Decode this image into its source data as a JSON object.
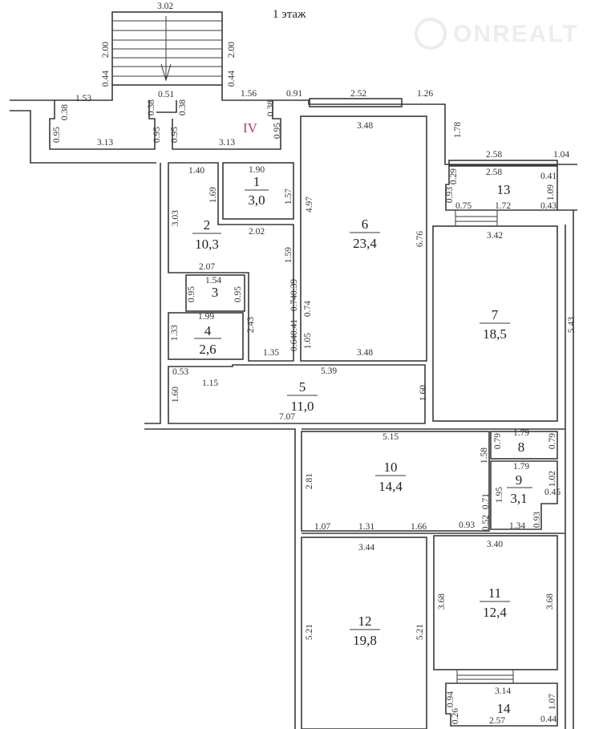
{
  "title": "1 этаж",
  "watermark": "ONREALT",
  "section_label": "IV",
  "rooms": [
    {
      "number": "1",
      "area": "3,0"
    },
    {
      "number": "2",
      "area": "10,3"
    },
    {
      "number": "3",
      "area": ""
    },
    {
      "number": "4",
      "area": "2,6"
    },
    {
      "number": "5",
      "area": "11,0"
    },
    {
      "number": "6",
      "area": "23,4"
    },
    {
      "number": "7",
      "area": "18,5"
    },
    {
      "number": "8",
      "area": ""
    },
    {
      "number": "9",
      "area": "3,1"
    },
    {
      "number": "10",
      "area": "14,4"
    },
    {
      "number": "11",
      "area": "12,4"
    },
    {
      "number": "12",
      "area": "19,8"
    },
    {
      "number": "13",
      "area": ""
    },
    {
      "number": "14",
      "area": ""
    }
  ],
  "dims": [
    "3.02",
    "2.00",
    "2.00",
    "0.44",
    "0.44",
    "0.51",
    "0.38",
    "0.38",
    "1.53",
    "0.38",
    "0.95",
    "0.95",
    "0.95",
    "0.95",
    "3.13",
    "3.13",
    "1.56",
    "0.91",
    "0.38",
    "2.52",
    "1.26",
    "1.78",
    "3.48",
    "4.97",
    "6.76",
    "1.40",
    "1.90",
    "1.69",
    "1.57",
    "3.03",
    "2.02",
    "1.59",
    "2.07",
    "1.54",
    "0.95",
    "0.95",
    "0.740.39",
    "0.640.41",
    "1.99",
    "2.43",
    "1.33",
    "1.35",
    "0.74",
    "1.05",
    "3.48",
    "0.53",
    "1.15",
    "5.39",
    "1.60",
    "1.60",
    "7.07",
    "2.58",
    "1.04",
    "2.58",
    "0.41",
    "0.29",
    "0.93",
    "1.09",
    "0.75",
    "1.72",
    "0.43",
    "3.42",
    "5.43",
    "5.15",
    "2.81",
    "1.58",
    "1.79",
    "0.79",
    "0.79",
    "1.79",
    "1.02",
    "1.95",
    "0.71",
    "0.45",
    "0.93",
    "0.52",
    "1.34",
    "1.07",
    "1.31",
    "1.66",
    "0.93",
    "3.44",
    "3.40",
    "3.68",
    "3.68",
    "5.21",
    "5.21",
    "3.14",
    "0.94",
    "0.26",
    "1.07",
    "2.57",
    "0.44"
  ]
}
